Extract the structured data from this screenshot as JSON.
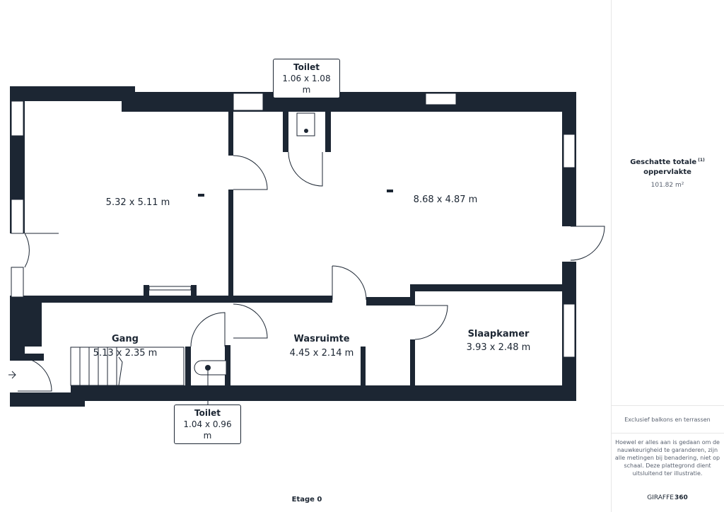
{
  "rooms": [
    {
      "name": "",
      "dims": "5.32 x 5.11 m"
    },
    {
      "name": "",
      "dims": "8.68 x 4.87 m"
    },
    {
      "name": "Gang",
      "dims": "5.13 x 2.35 m"
    },
    {
      "name": "Wasruimte",
      "dims": "4.45 x 2.14 m"
    },
    {
      "name": "Slaapkamer",
      "dims": "3.93 x 2.48 m"
    }
  ],
  "callouts": [
    {
      "name": "Toilet",
      "dims": "1.06 x 1.08 m"
    },
    {
      "name": "Toilet",
      "dims": "1.04 x 0.96 m"
    }
  ],
  "floor_label": "Etage 0",
  "sidebar": {
    "area_title_1": "Geschatte totale",
    "area_title_2": "oppervlakte",
    "area_sup": "(1)",
    "area_value": "101.82 m²",
    "exclusion": "Exclusief balkons en terrassen",
    "disclaimer": "Hoewel er alles aan is gedaan om de nauwkeurigheid te garanderen, zijn alle metingen bij benadering, niet op schaal. Deze plattegrond dient uitsluitend ter illustratie.",
    "brand_a": "GIRAFFE",
    "brand_b": "360"
  },
  "colors": {
    "wall": "#1c2633",
    "text_light": "#5a6270"
  }
}
